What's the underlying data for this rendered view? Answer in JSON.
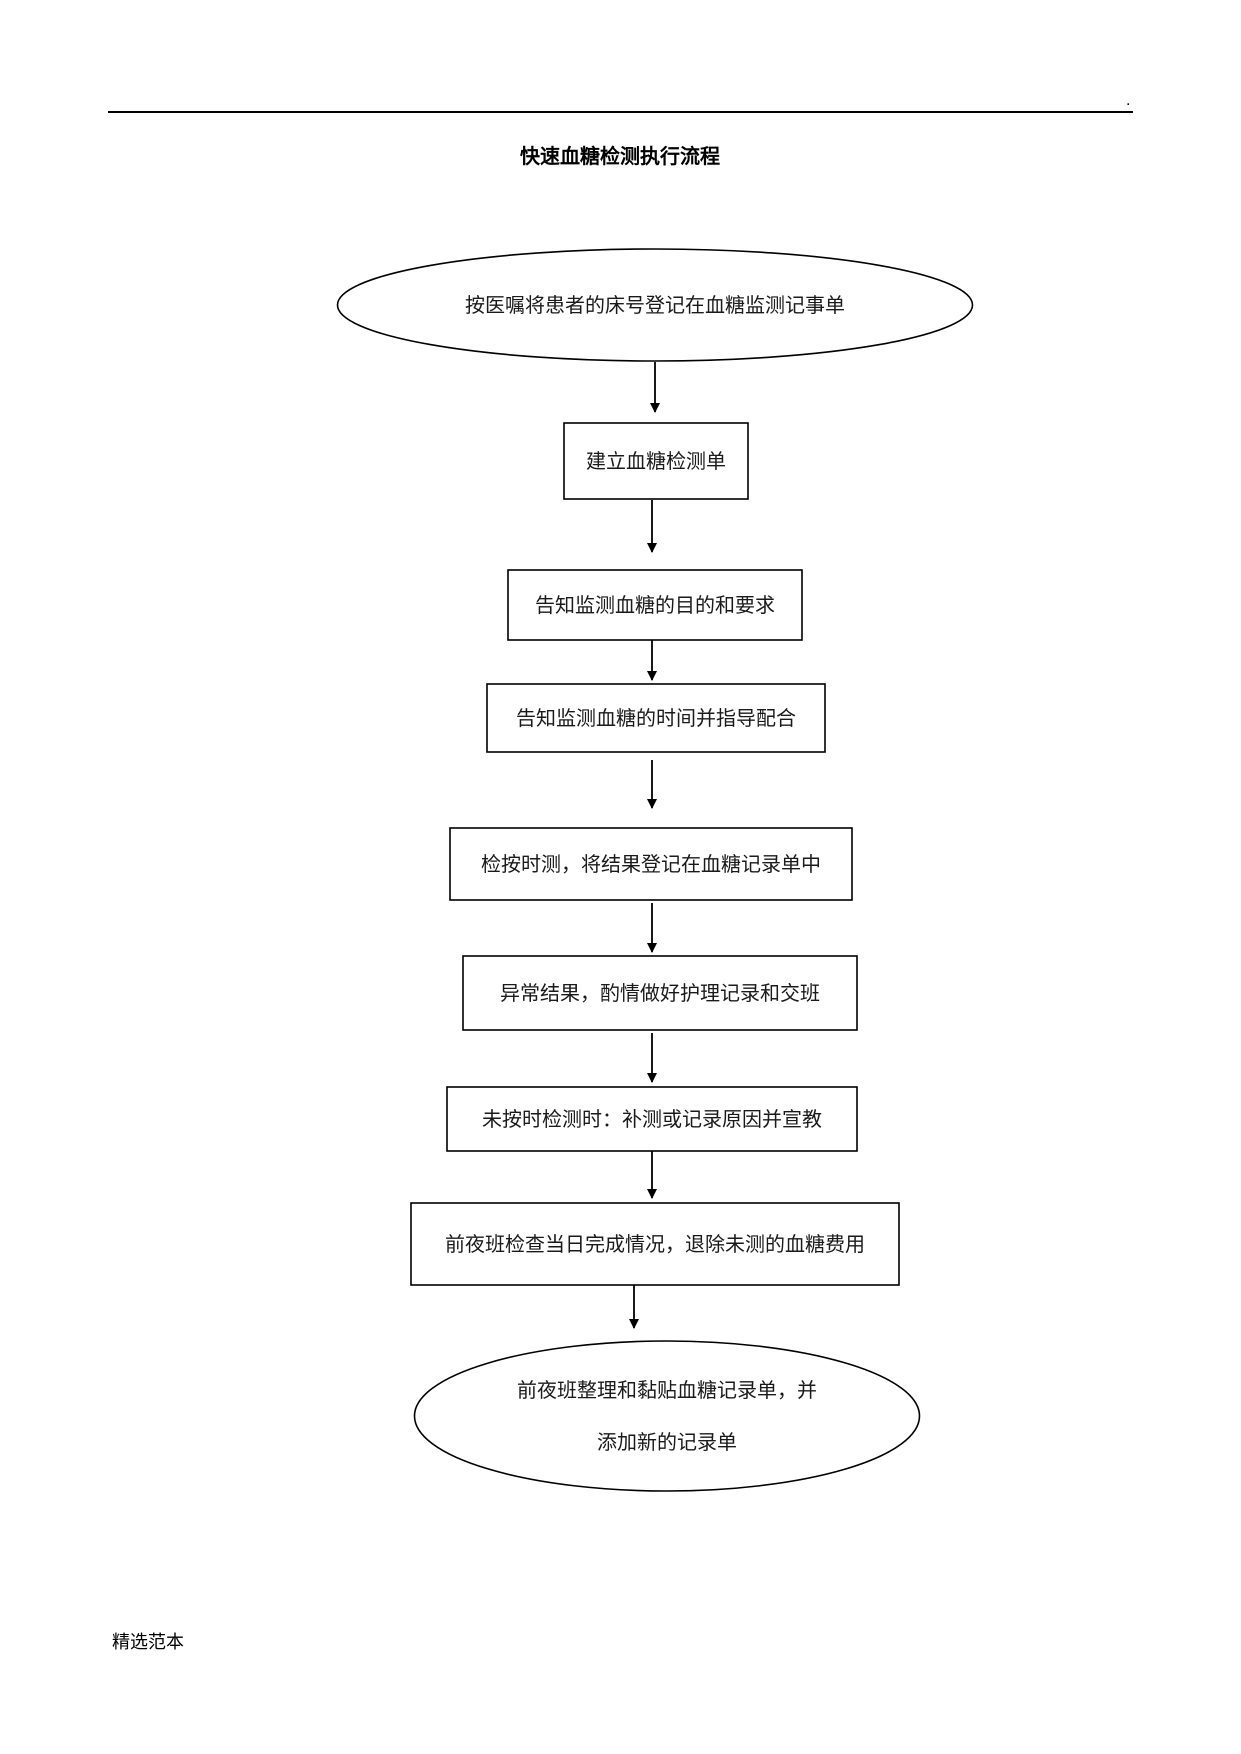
{
  "page": {
    "header_mark": ".",
    "title": "快速血糖检测执行流程",
    "footer": "精选范本"
  },
  "flowchart": {
    "nodes": [
      {
        "id": "n1",
        "shape": "ellipse",
        "lines": [
          "按医嘱将患者的床号登记在血糖监测记事单"
        ]
      },
      {
        "id": "n2",
        "shape": "rect",
        "lines": [
          "建立血糖检测单"
        ]
      },
      {
        "id": "n3",
        "shape": "rect",
        "lines": [
          "告知监测血糖的目的和要求"
        ]
      },
      {
        "id": "n4",
        "shape": "rect",
        "lines": [
          "告知监测血糖的时间并指导配合"
        ]
      },
      {
        "id": "n5",
        "shape": "rect",
        "lines": [
          "检按时测，将结果登记在血糖记录单中"
        ]
      },
      {
        "id": "n6",
        "shape": "rect",
        "lines": [
          "异常结果，酌情做好护理记录和交班"
        ]
      },
      {
        "id": "n7",
        "shape": "rect",
        "lines": [
          "未按时检测时：补测或记录原因并宣教"
        ]
      },
      {
        "id": "n8",
        "shape": "rect",
        "lines": [
          "前夜班检查当日完成情况，退除未测的血糖费用"
        ]
      },
      {
        "id": "n9",
        "shape": "ellipse",
        "lines": [
          "前夜班整理和黏贴血糖记录单，并",
          "添加新的记录单"
        ]
      }
    ],
    "edges": [
      {
        "from": "n1",
        "to": "n2"
      },
      {
        "from": "n2",
        "to": "n3"
      },
      {
        "from": "n3",
        "to": "n4"
      },
      {
        "from": "n4",
        "to": "n5"
      },
      {
        "from": "n5",
        "to": "n6"
      },
      {
        "from": "n6",
        "to": "n7"
      },
      {
        "from": "n7",
        "to": "n8"
      },
      {
        "from": "n8",
        "to": "n9"
      }
    ]
  }
}
